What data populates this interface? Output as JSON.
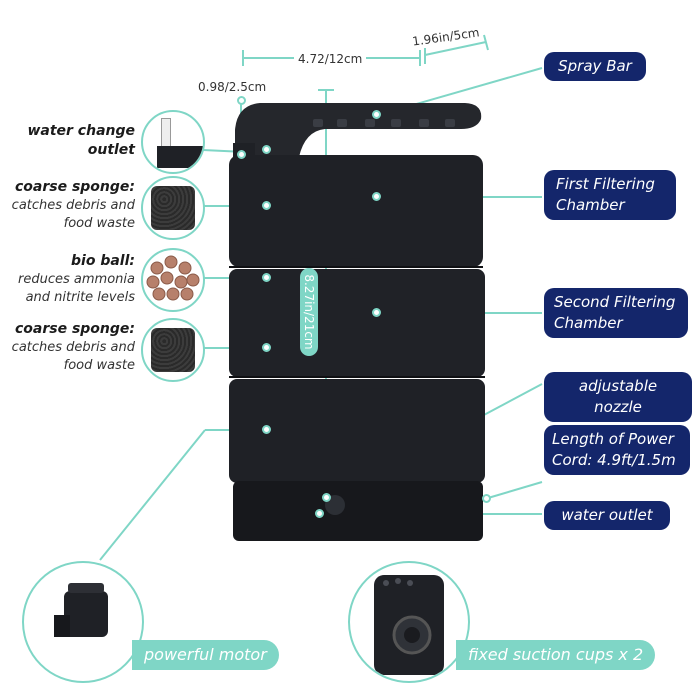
{
  "dimensions": {
    "width": "4.72/12cm",
    "spray_offset": "1.96in/5cm",
    "outlet_offset": "0.98/2.5cm",
    "height": "8.27in/21cm"
  },
  "left_labels": [
    {
      "title": "water change",
      "title2": "outlet",
      "desc": "",
      "desc2": ""
    },
    {
      "title": "coarse sponge:",
      "title2": "",
      "desc": "catches debris and",
      "desc2": "food waste"
    },
    {
      "title": "bio ball:",
      "title2": "",
      "desc": "reduces ammonia",
      "desc2": "and nitrite levels"
    },
    {
      "title": "coarse sponge:",
      "title2": "",
      "desc": "catches debris and",
      "desc2": "food waste"
    }
  ],
  "right_labels": [
    {
      "line1": "Spray Bar",
      "line2": ""
    },
    {
      "line1": "First Filtering",
      "line2": "Chamber"
    },
    {
      "line1": "Second Filtering",
      "line2": "Chamber"
    },
    {
      "line1": "adjustable nozzle",
      "line2": ""
    },
    {
      "line1": "Length of Power",
      "line2": "Cord: 4.9ft/1.5m"
    },
    {
      "line1": "water outlet",
      "line2": ""
    }
  ],
  "bottom_labels": {
    "motor": "powerful motor",
    "suction": "fixed suction cups x 2"
  },
  "colors": {
    "accent_teal": "#7fd6c6",
    "pill_navy": "#14266b",
    "device_body": "#1f2126"
  }
}
